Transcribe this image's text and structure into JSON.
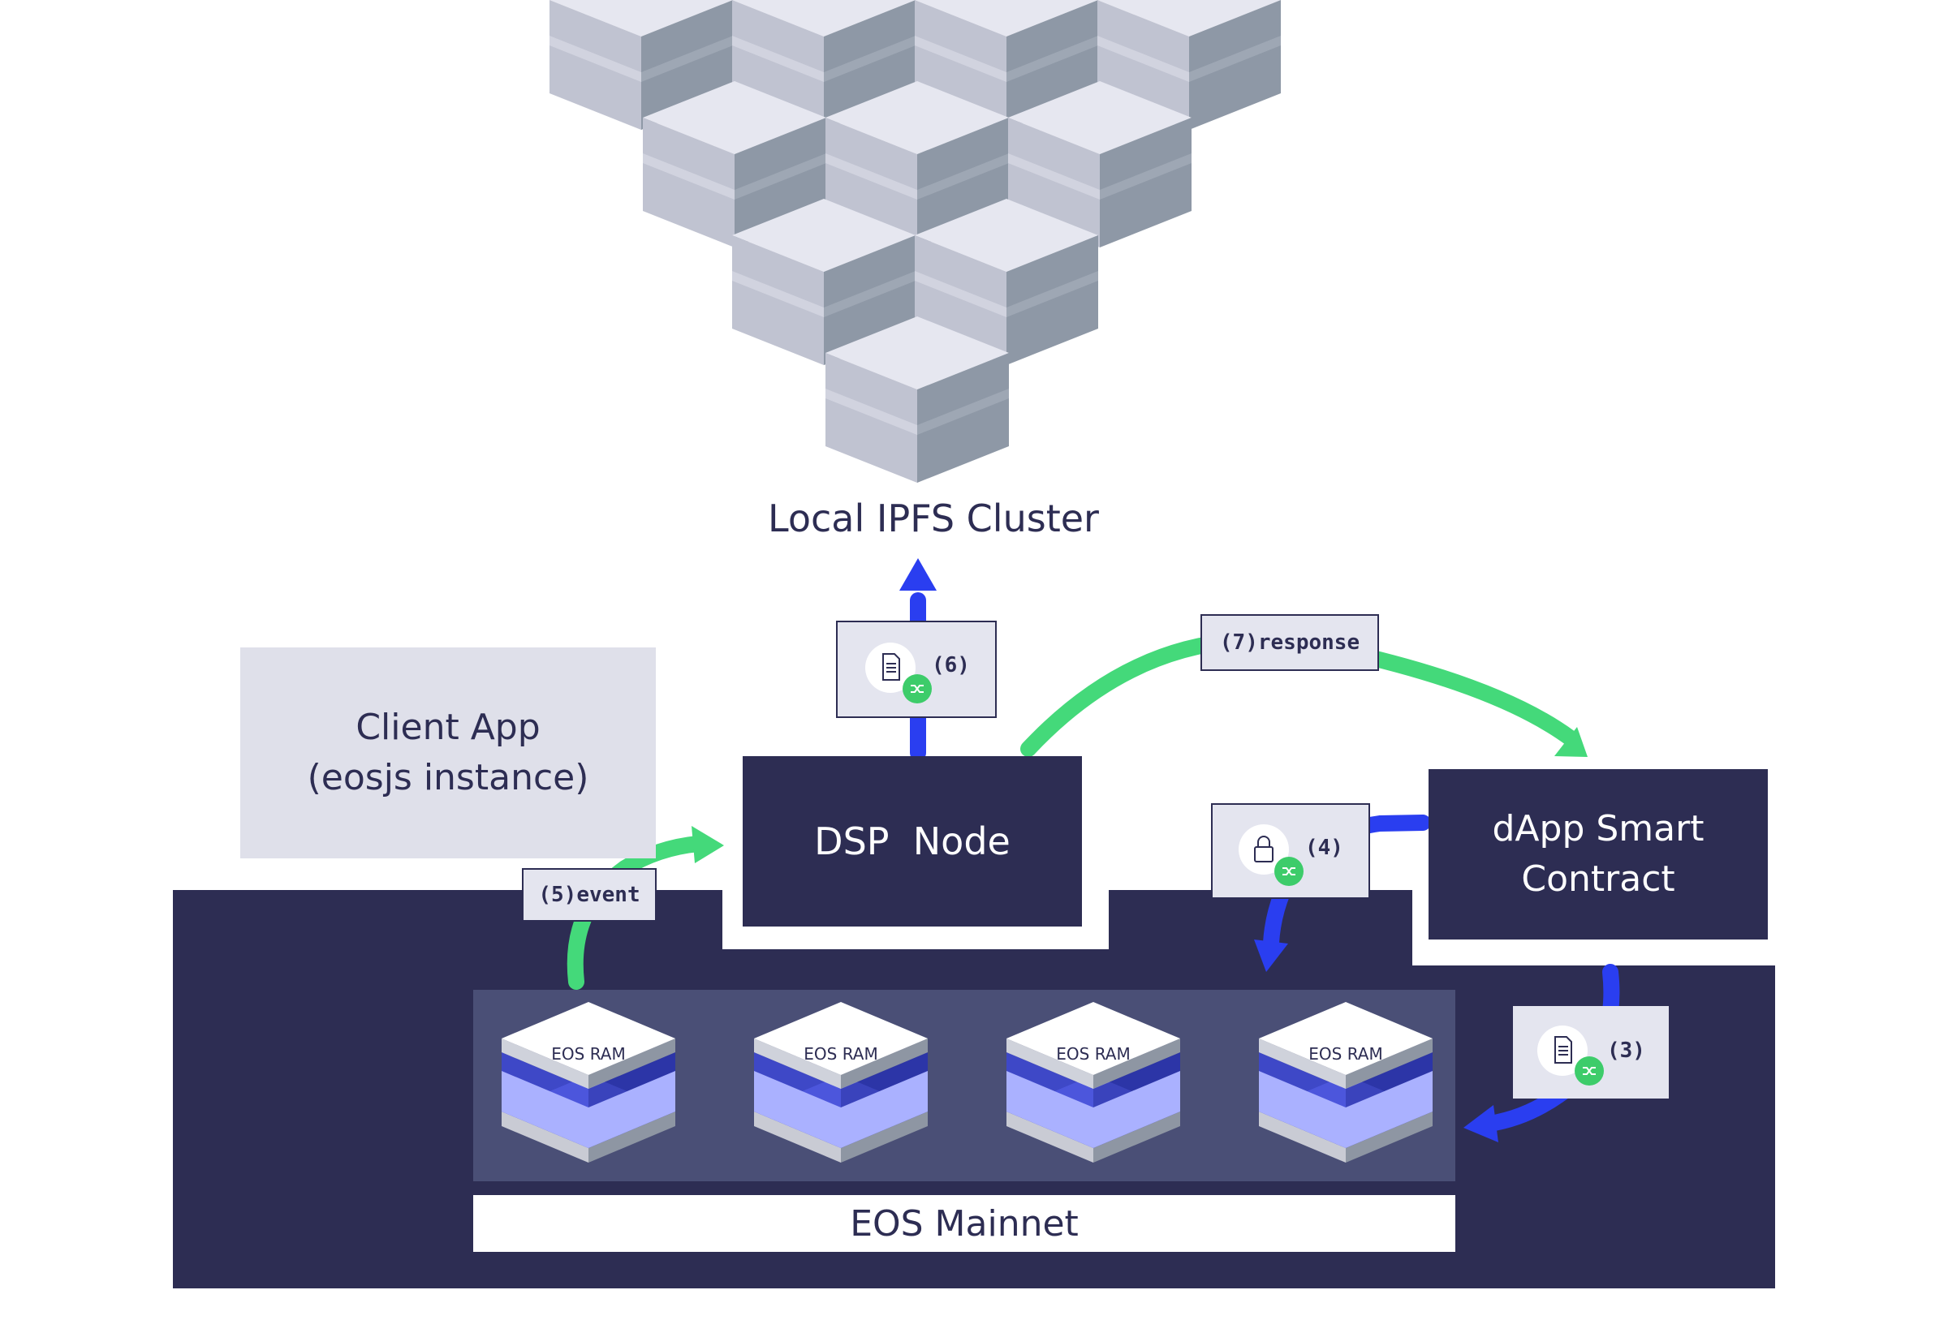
{
  "ipfs": {
    "label": "Local IPFS Cluster"
  },
  "client_app": {
    "line1": "Client App",
    "line2": "(eosjs instance)"
  },
  "dsp_node": {
    "label": "DSP  Node"
  },
  "dapp_contract": {
    "line1": "dApp Smart",
    "line2": "Contract"
  },
  "mainnet": {
    "label": "EOS Mainnet"
  },
  "ram_blocks": [
    {
      "label": "EOS RAM"
    },
    {
      "label": "EOS RAM"
    },
    {
      "label": "EOS RAM"
    },
    {
      "label": "EOS RAM"
    }
  ],
  "steps": {
    "s3": {
      "label": "(3)",
      "icon": "document-icon"
    },
    "s4": {
      "label": "(4)",
      "icon": "lock-icon"
    },
    "s5": {
      "label": "(5)event"
    },
    "s6": {
      "label": "(6)",
      "icon": "document-icon"
    },
    "s7": {
      "label": "(7)response"
    }
  },
  "colors": {
    "navy": "#2d2d53",
    "blue_arrow": "#2a3ef0",
    "green_arrow": "#44d97a",
    "light_panel": "#dfe0ea",
    "ram_panel": "#4a4f76",
    "cube_top": "#e6e7f0",
    "cube_side": "#8e98a6"
  }
}
